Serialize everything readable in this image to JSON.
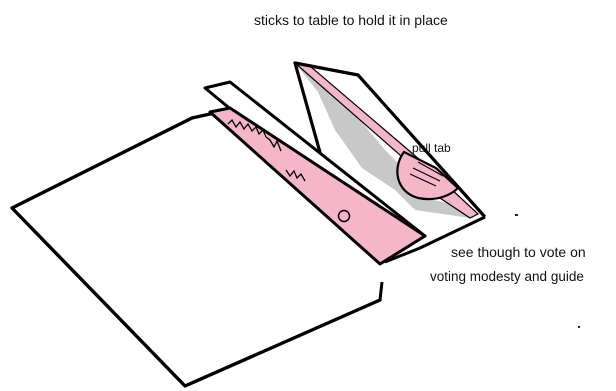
{
  "annotations": {
    "top": "sticks to table to hold it in place",
    "pull_tab": "pull tab",
    "see_through": "see though to vote on",
    "voting_modesty": "voting modesty and guide"
  },
  "colors": {
    "pink_strip": "#f4b6c8",
    "shadow_gray": "#c8c8c8",
    "ink": "#000000",
    "paper": "#ffffff"
  }
}
